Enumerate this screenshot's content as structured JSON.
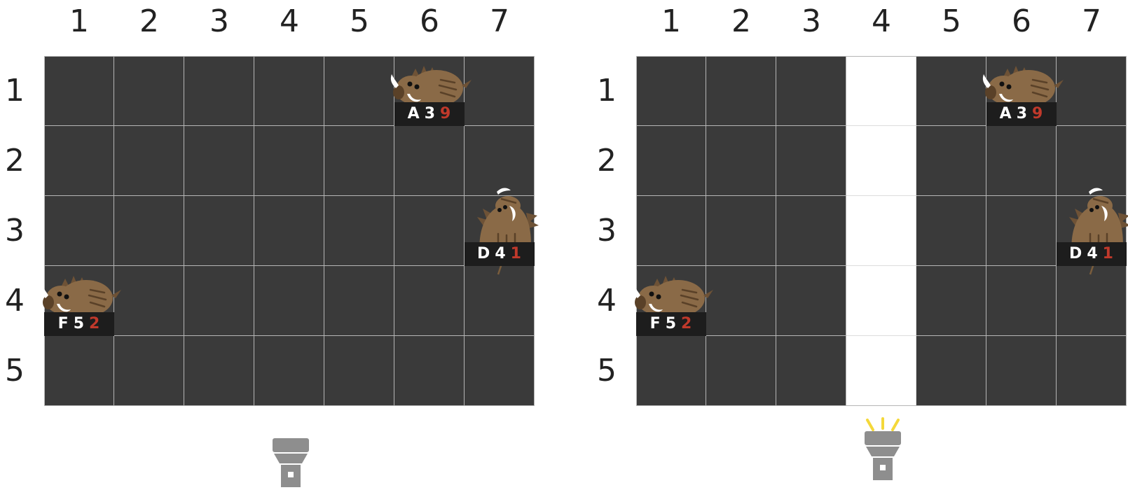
{
  "columns": [
    "1",
    "2",
    "3",
    "4",
    "5",
    "6",
    "7"
  ],
  "rows": [
    "1",
    "2",
    "3",
    "4",
    "5"
  ],
  "panels": [
    {
      "lit_column": null,
      "flashlight_on": false,
      "boars": [
        {
          "id": "A",
          "speed": "3",
          "hp": "9",
          "col": 6,
          "row": 1,
          "facing": "left"
        },
        {
          "id": "D",
          "speed": "4",
          "hp": "1",
          "col": 7,
          "row": 3,
          "facing": "up"
        },
        {
          "id": "F",
          "speed": "5",
          "hp": "2",
          "col": 1,
          "row": 4,
          "facing": "left"
        }
      ]
    },
    {
      "lit_column": 4,
      "flashlight_on": true,
      "boars": [
        {
          "id": "A",
          "speed": "3",
          "hp": "9",
          "col": 6,
          "row": 1,
          "facing": "left"
        },
        {
          "id": "D",
          "speed": "4",
          "hp": "1",
          "col": 7,
          "row": 3,
          "facing": "up"
        },
        {
          "id": "F",
          "speed": "5",
          "hp": "2",
          "col": 1,
          "row": 4,
          "facing": "left"
        }
      ]
    }
  ],
  "colors": {
    "grid": "#3a3a3a",
    "lit": "#ffffff",
    "boar_body": "#8a6a47",
    "hp_text": "#c0392b",
    "flashlight": "#8e8e8e",
    "light_rays": "#f4d83a"
  }
}
